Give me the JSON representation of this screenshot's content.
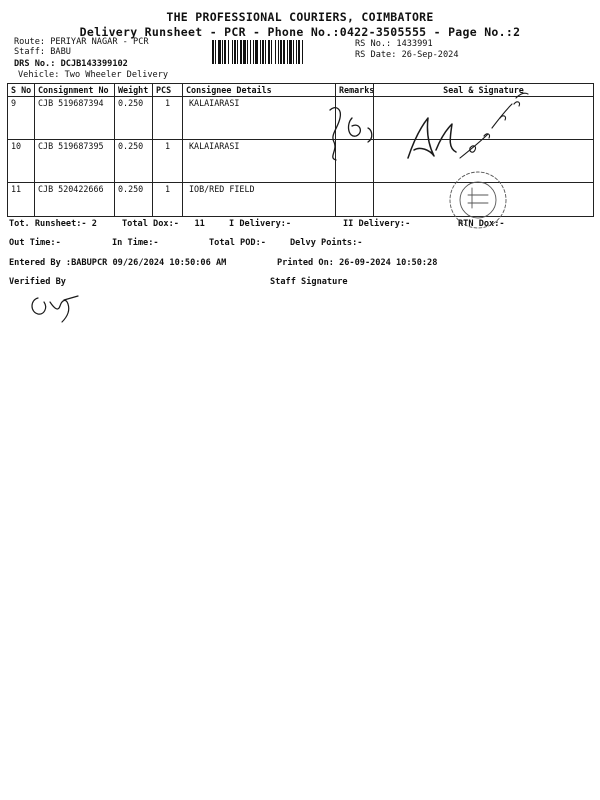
{
  "header": {
    "company": "THE PROFESSIONAL COURIERS, COIMBATORE",
    "subtitle": "Delivery Runsheet - PCR - Phone No.:0422-3505555 - Page No.:2"
  },
  "info": {
    "route_label": "Route:",
    "route": "PERIYAR NAGAR - PCR",
    "staff_label": "Staff:",
    "staff": "BABU",
    "drs_label": "DRS No.:",
    "drs": "DCJB143399102",
    "vehicle_label": "Vehicle:",
    "vehicle": "Two Wheeler Delivery",
    "rs_no_label": "RS No.:",
    "rs_no": "1433991",
    "rs_date_label": "RS Date:",
    "rs_date": "26-Sep-2024"
  },
  "table": {
    "headers": [
      "S No",
      "Consignment No",
      "Weight",
      "PCS",
      "Consignee Details",
      "Remarks",
      "Seal & Signature"
    ],
    "rows": [
      {
        "sno": "9",
        "consignment": "CJB 519687394",
        "weight": "0.250",
        "pcs": "1",
        "consignee": "KALAIARASI",
        "remarks": "",
        "seal": ""
      },
      {
        "sno": "10",
        "consignment": "CJB 519687395",
        "weight": "0.250",
        "pcs": "1",
        "consignee": "KALAIARASI",
        "remarks": "",
        "seal": ""
      },
      {
        "sno": "11",
        "consignment": "CJB 520422666",
        "weight": "0.250",
        "pcs": "1",
        "consignee": "IOB/RED FIELD",
        "remarks": "",
        "seal": ""
      }
    ]
  },
  "footer": {
    "tot_runsheet": "Tot. Runsheet:- 2",
    "total_dox": "Total Dox:-",
    "total_dox_value": "11",
    "i_delivery": "I Delivery:-",
    "ii_delivery": "II Delivery:-",
    "rtn_dox": "RTN Dox:-",
    "out_time": "Out Time:-",
    "in_time": "In Time:-",
    "total_pod": "Total POD:-",
    "delvy_points": "Delvy Points:-",
    "entered_by": "Entered By :BABUPCR 09/26/2024 10:50:06 AM",
    "printed_on": "Printed On: 26-09-2024 10:50:28",
    "verified_by": "Verified By",
    "staff_signature": "Staff Signature"
  }
}
